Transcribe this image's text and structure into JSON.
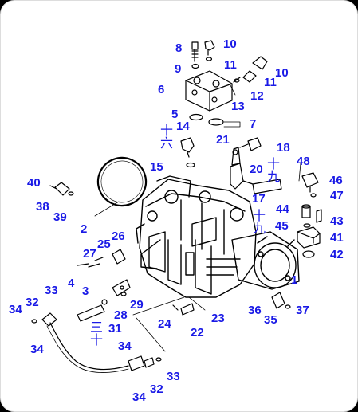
{
  "diagram": {
    "callouts": {
      "c1": "1",
      "c2": "2",
      "c3": "3",
      "c4": "4",
      "c5": "5",
      "c6": "6",
      "c7": "7",
      "c8": "8",
      "c9": "9",
      "c10a": "10",
      "c10b": "10",
      "c11a": "11",
      "c11b": "11",
      "c12": "12",
      "c13": "13",
      "c14": "14",
      "c15": "15",
      "c17": "17",
      "c18": "18",
      "c20": "20",
      "c21": "21",
      "c22": "22",
      "c23": "23",
      "c24": "24",
      "c25": "25",
      "c26": "26",
      "c27": "27",
      "c28": "28",
      "c29": "29",
      "c31": "31",
      "c32a": "32",
      "c32b": "32",
      "c33a": "33",
      "c33b": "33",
      "c34a": "34",
      "c34b": "34",
      "c34c": "34",
      "c34d": "34",
      "c35": "35",
      "c36": "36",
      "c37": "37",
      "c38": "38",
      "c39": "39",
      "c40": "40",
      "c41": "41",
      "c42": "42",
      "c43": "43",
      "c44": "44",
      "c45": "45",
      "c46": "46",
      "c47": "47",
      "c48": "48"
    },
    "kanji": {
      "k16": "十\n六",
      "k19": "十\n九",
      "k19b": "十\n九",
      "k30": "三\n十"
    },
    "colors": {
      "callout": "#1a1ae6",
      "line": "#000000",
      "background": "#ffffff"
    }
  }
}
